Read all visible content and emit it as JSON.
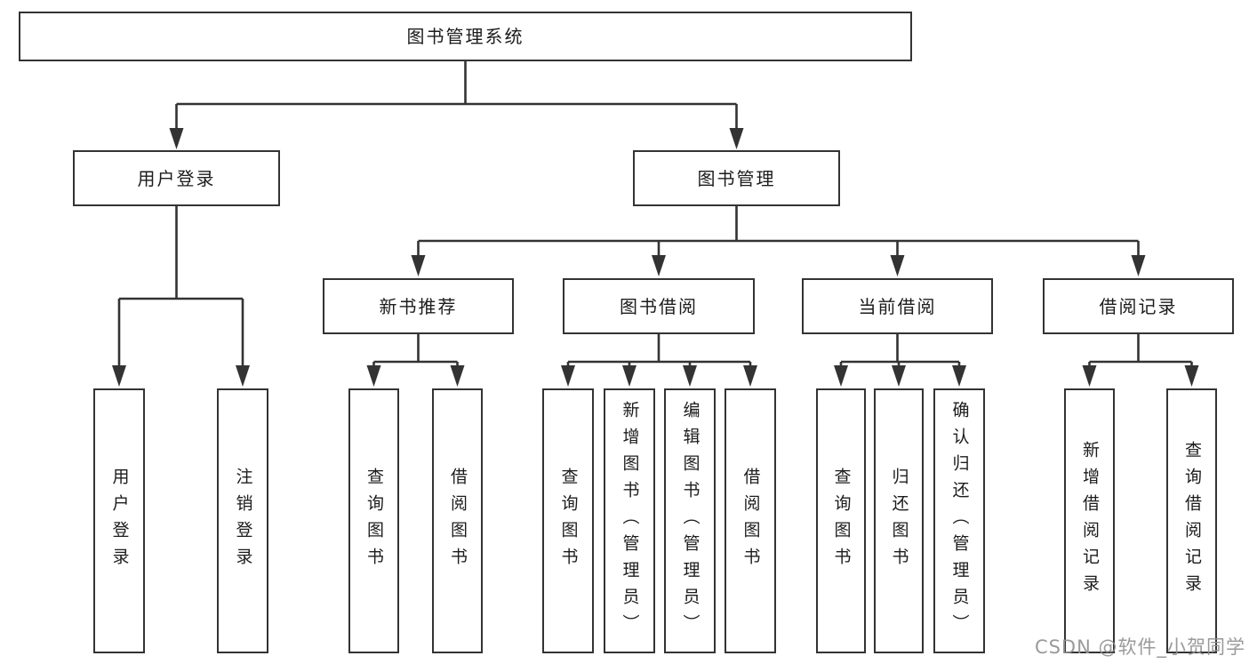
{
  "diagram": {
    "root": "图书管理系统",
    "level2": {
      "user_login": "用户登录",
      "book_mgmt": "图书管理"
    },
    "level3": {
      "new_books": "新书推荐",
      "book_borrow": "图书借阅",
      "current_borrow": "当前借阅",
      "borrow_records": "借阅记录"
    },
    "leaves": {
      "user_login": [
        "用户登录",
        "注销登录"
      ],
      "new_books": [
        "查询图书",
        "借阅图书"
      ],
      "book_borrow": [
        "查询图书",
        "新增图书（管理员）",
        "编辑图书（管理员）",
        "借阅图书"
      ],
      "current_borrow": [
        "查询图书",
        "归还图书",
        "确认归还（管理员）"
      ],
      "borrow_records": [
        "新增借阅记录",
        "查询借阅记录"
      ]
    }
  },
  "watermark": "CSDN @软件_小贺同学",
  "colors": {
    "line": "#333333",
    "box_border": "#333333",
    "text": "#1c1c1c",
    "watermark": "#919191",
    "background": "#ffffff"
  }
}
